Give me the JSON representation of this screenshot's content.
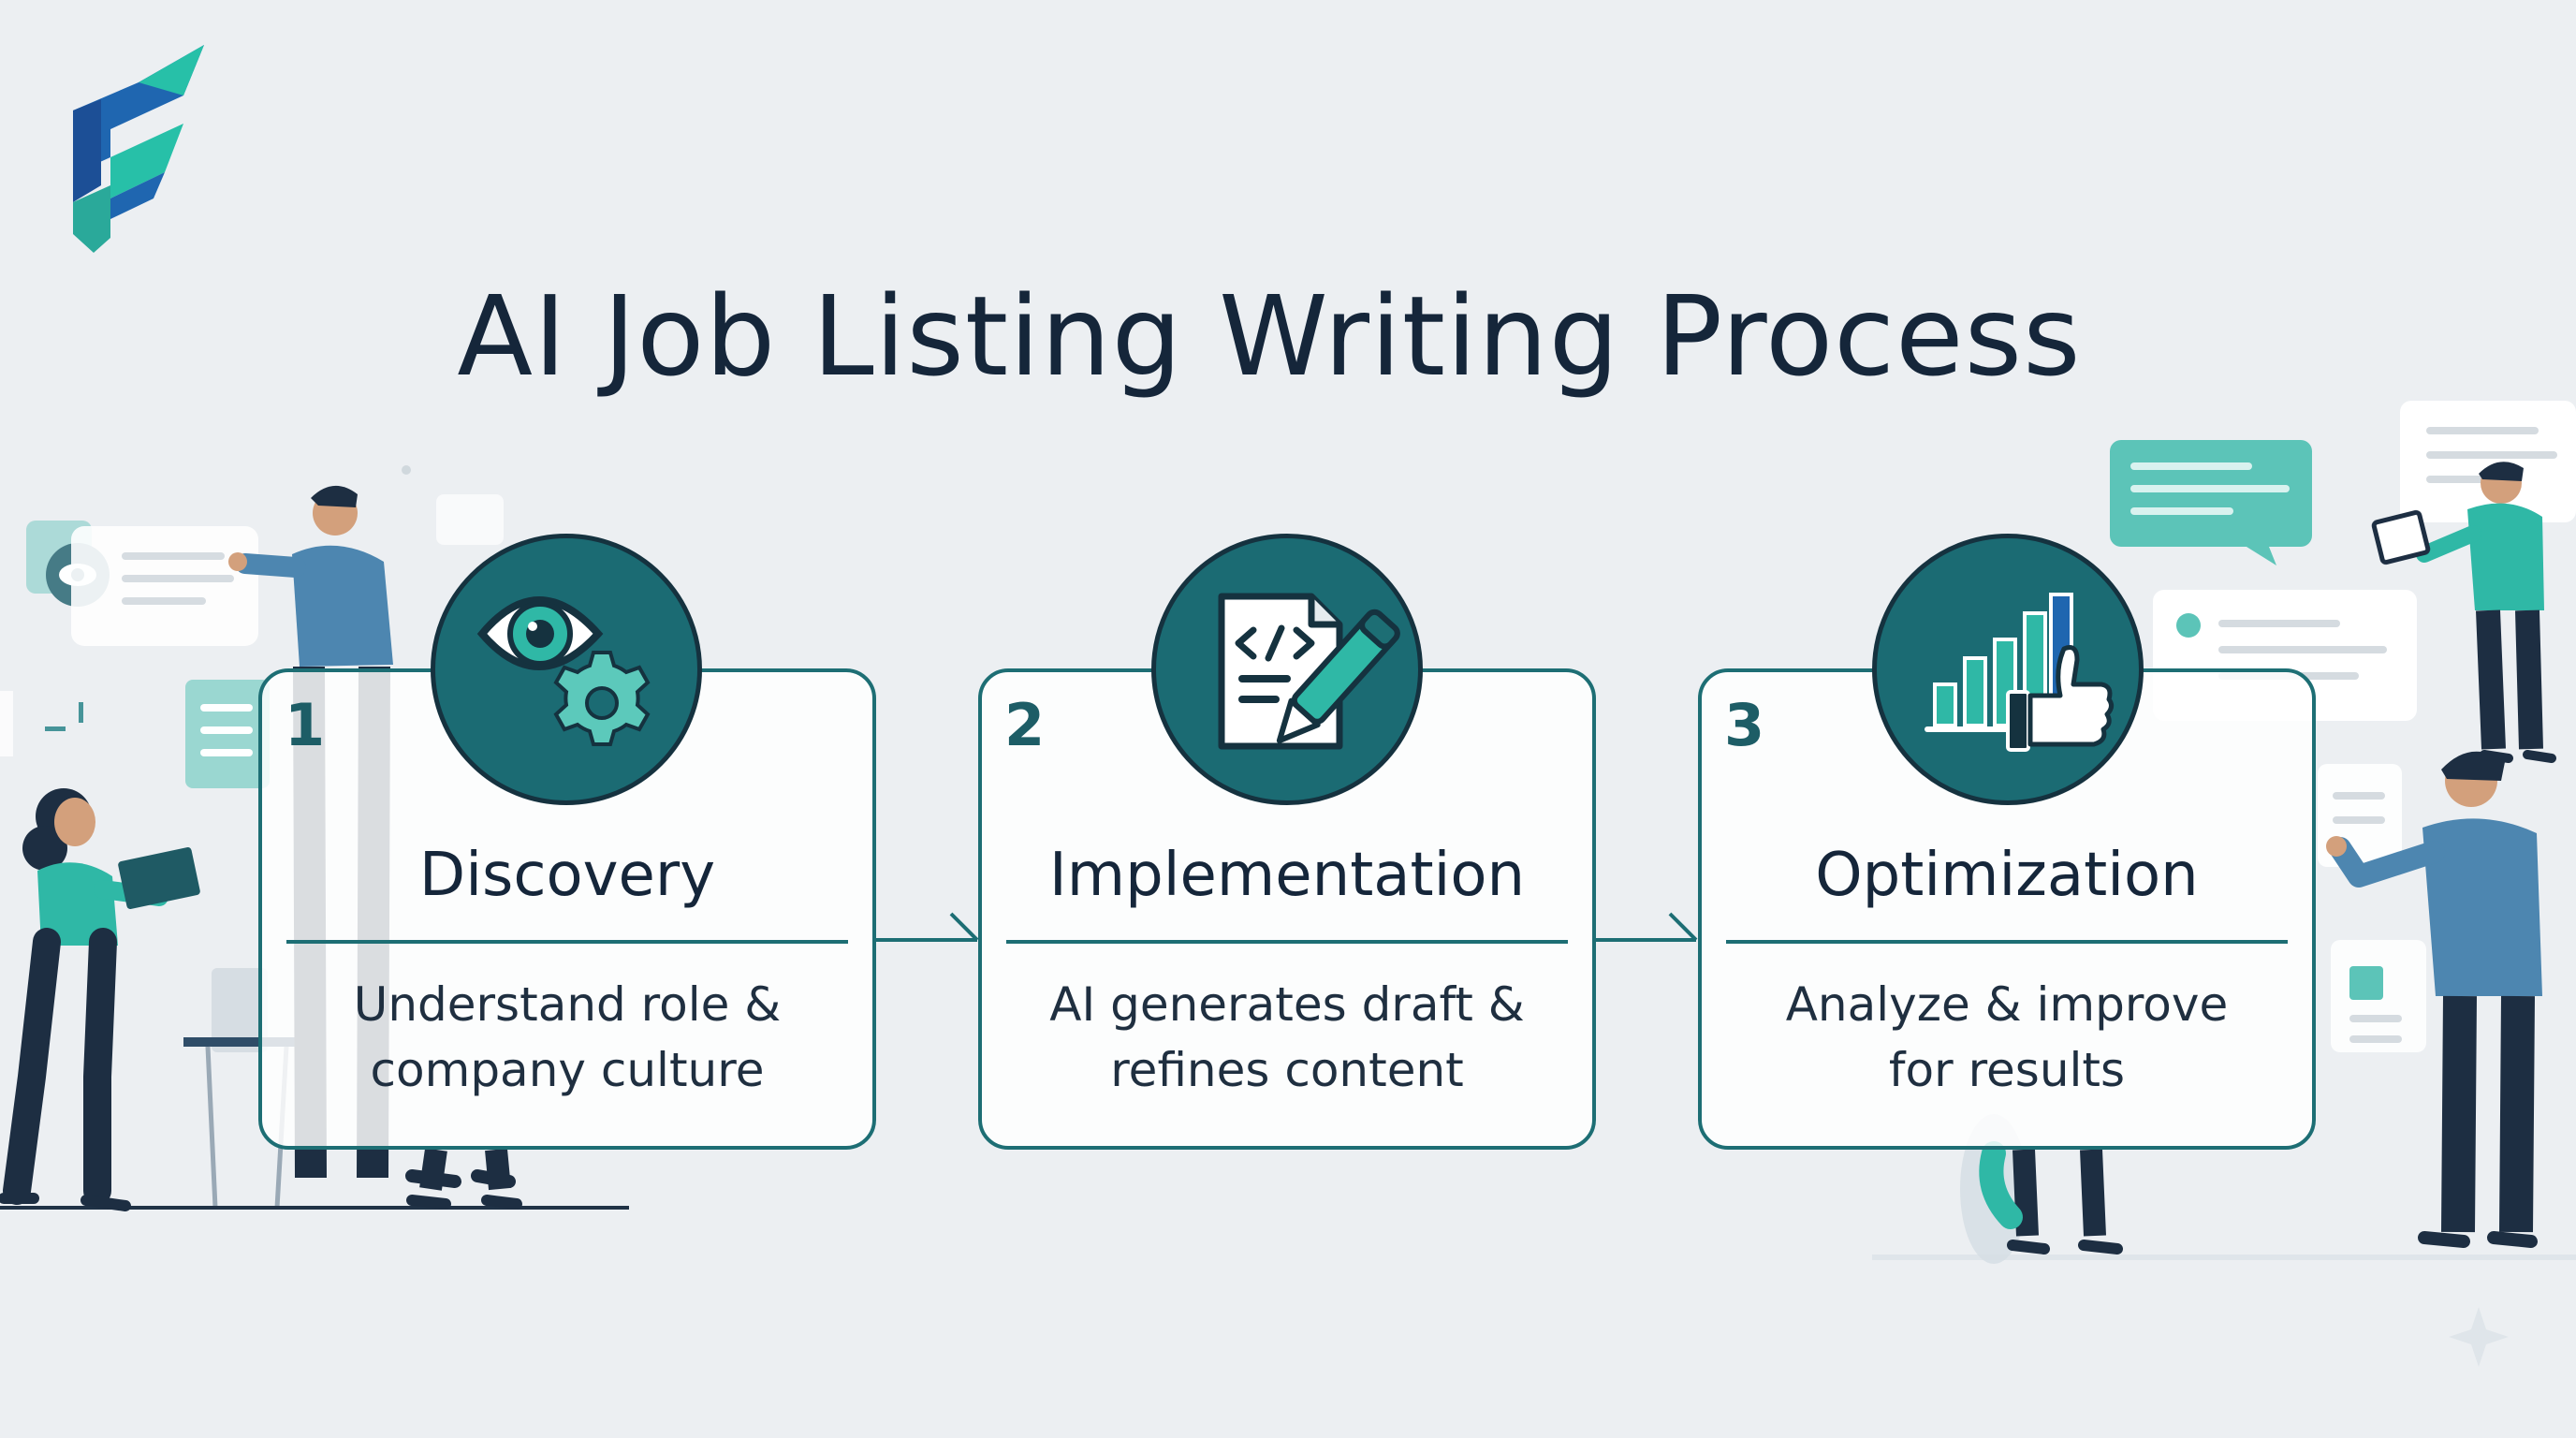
{
  "title": "AI Job Listing Writing Process",
  "logo_icon": "brand-logo-icon",
  "colors": {
    "background": "#eceff2",
    "primary_teal": "#1b6b73",
    "accent_teal": "#2fb8a6",
    "navy": "#15263a",
    "card_border": "#1d6e74"
  },
  "steps": [
    {
      "number": "1",
      "title": "Discovery",
      "description": [
        "Understand role &",
        "company culture"
      ],
      "icon": "eye-gear-icon"
    },
    {
      "number": "2",
      "title": "Implementation",
      "description": [
        "AI generates draft &",
        "refines content"
      ],
      "icon": "code-document-pen-icon"
    },
    {
      "number": "3",
      "title": "Optimization",
      "description": [
        "Analyze & improve",
        "for results"
      ],
      "icon": "bar-chart-thumbs-up-icon"
    }
  ]
}
